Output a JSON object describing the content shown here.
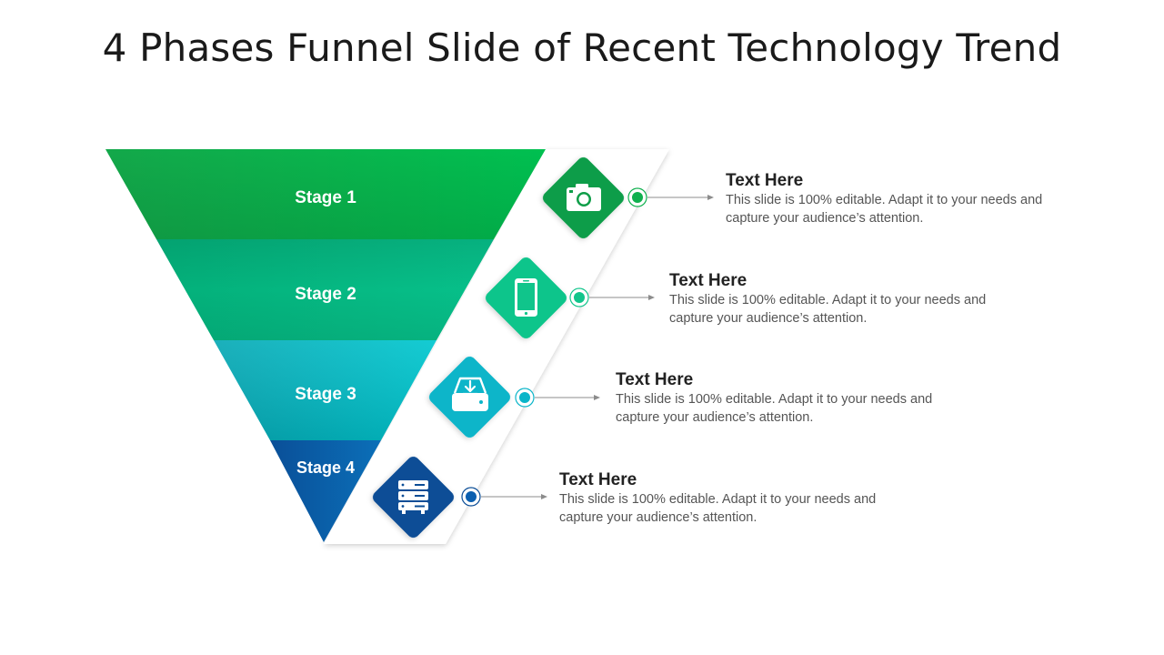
{
  "slide": {
    "title": "4 Phases Funnel Slide of Recent Technology Trend"
  },
  "colors": {
    "stage1": "#0fb04e",
    "stage2": "#05b67c",
    "stage3": "#05b8bd",
    "stage4": "#0a5fa6",
    "diamond1": "#0e9d48",
    "diamond2": "#10c58b",
    "diamond3": "#0ab5c9",
    "diamond4": "#0b4d96"
  },
  "stages": [
    {
      "label": "Stage 1",
      "icon": "camera-icon"
    },
    {
      "label": "Stage 2",
      "icon": "smartphone-icon"
    },
    {
      "label": "Stage 3",
      "icon": "download-drive-icon"
    },
    {
      "label": "Stage 4",
      "icon": "server-icon"
    }
  ],
  "items": [
    {
      "heading": "Text Here",
      "body": "This slide is 100% editable. Adapt it to your needs and capture your audience’s attention."
    },
    {
      "heading": "Text Here",
      "body": "This slide is 100% editable. Adapt it to your needs and capture your audience’s attention."
    },
    {
      "heading": "Text Here",
      "body": "This slide is 100% editable. Adapt it to your needs and capture your audience’s attention."
    },
    {
      "heading": "Text Here",
      "body": "This slide is 100% editable. Adapt it to your needs and capture your audience’s attention."
    }
  ]
}
